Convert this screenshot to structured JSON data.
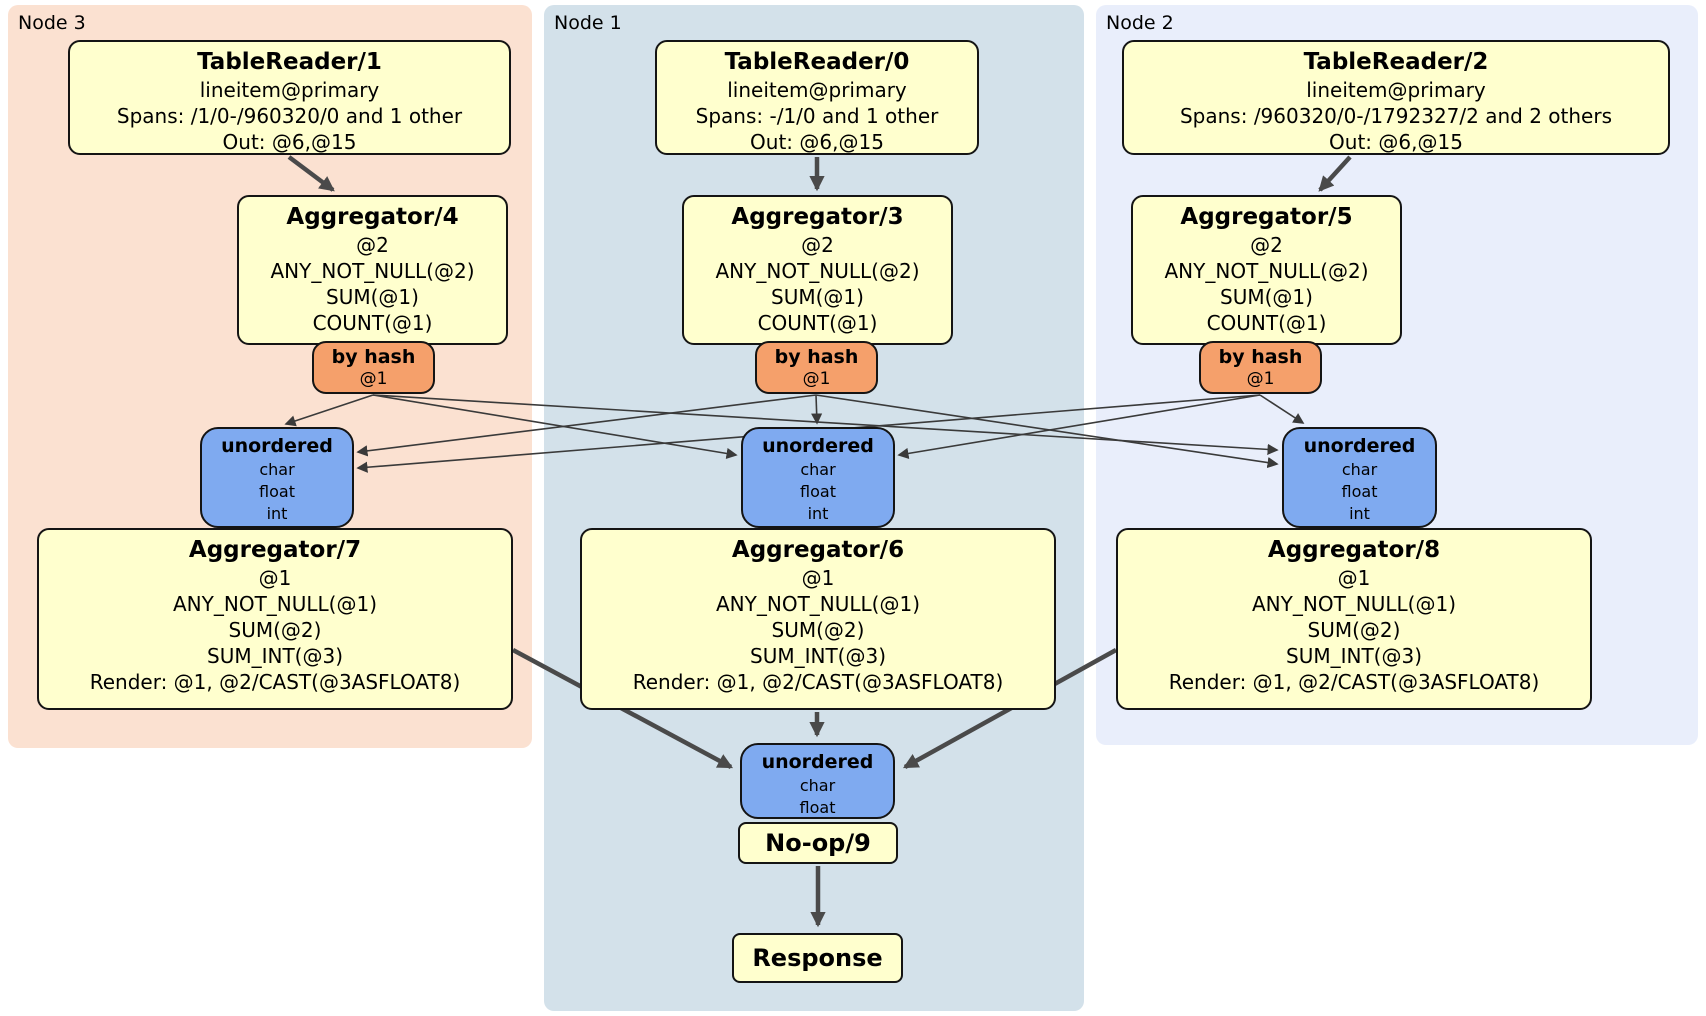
{
  "panels": [
    {
      "id": "node3",
      "label": "Node 3"
    },
    {
      "id": "node1",
      "label": "Node 1"
    },
    {
      "id": "node2",
      "label": "Node 2"
    }
  ],
  "boxes": {
    "tr1": {
      "title": "TableReader/1",
      "lines": [
        "lineitem@primary",
        "Spans: /1/0-/960320/0 and 1 other",
        "Out: @6,@15"
      ]
    },
    "tr0": {
      "title": "TableReader/0",
      "lines": [
        "lineitem@primary",
        "Spans: -/1/0 and 1 other",
        "Out: @6,@15"
      ]
    },
    "tr2": {
      "title": "TableReader/2",
      "lines": [
        "lineitem@primary",
        "Spans: /960320/0-/1792327/2 and 2 others",
        "Out: @6,@15"
      ]
    },
    "agg4": {
      "title": "Aggregator/4",
      "lines": [
        "@2",
        "ANY_NOT_NULL(@2)",
        "SUM(@1)",
        "COUNT(@1)"
      ]
    },
    "agg3": {
      "title": "Aggregator/3",
      "lines": [
        "@2",
        "ANY_NOT_NULL(@2)",
        "SUM(@1)",
        "COUNT(@1)"
      ]
    },
    "agg5": {
      "title": "Aggregator/5",
      "lines": [
        "@2",
        "ANY_NOT_NULL(@2)",
        "SUM(@1)",
        "COUNT(@1)"
      ]
    },
    "agg7": {
      "title": "Aggregator/7",
      "lines": [
        "@1",
        "ANY_NOT_NULL(@1)",
        "SUM(@2)",
        "SUM_INT(@3)",
        "Render: @1, @2/CAST(@3ASFLOAT8)"
      ]
    },
    "agg6": {
      "title": "Aggregator/6",
      "lines": [
        "@1",
        "ANY_NOT_NULL(@1)",
        "SUM(@2)",
        "SUM_INT(@3)",
        "Render: @1, @2/CAST(@3ASFLOAT8)"
      ]
    },
    "agg8": {
      "title": "Aggregator/8",
      "lines": [
        "@1",
        "ANY_NOT_NULL(@1)",
        "SUM(@2)",
        "SUM_INT(@3)",
        "Render: @1, @2/CAST(@3ASFLOAT8)"
      ]
    },
    "byhash3": {
      "title": "by hash",
      "sub": "@1"
    },
    "byhash1": {
      "title": "by hash",
      "sub": "@1"
    },
    "byhash2": {
      "title": "by hash",
      "sub": "@1"
    },
    "unord3": {
      "title": "unordered",
      "lines": [
        "char",
        "float",
        "int"
      ]
    },
    "unord1": {
      "title": "unordered",
      "lines": [
        "char",
        "float",
        "int"
      ]
    },
    "unord2": {
      "title": "unordered",
      "lines": [
        "char",
        "float",
        "int"
      ]
    },
    "unordFinal": {
      "title": "unordered",
      "lines": [
        "char",
        "float"
      ]
    },
    "noop": {
      "title": "No-op/9"
    },
    "response": {
      "title": "Response"
    }
  },
  "colors": {
    "node3_bg": "#fbe1d1",
    "node1_bg": "#d3e1ea",
    "node2_bg": "#e9eefb",
    "processor_fill": "#ffffce",
    "router_fill": "#f5a06b",
    "sync_fill": "#7faaf0",
    "edge_thick": "#4a4a4a",
    "edge_thin": "#3a3a3a"
  }
}
